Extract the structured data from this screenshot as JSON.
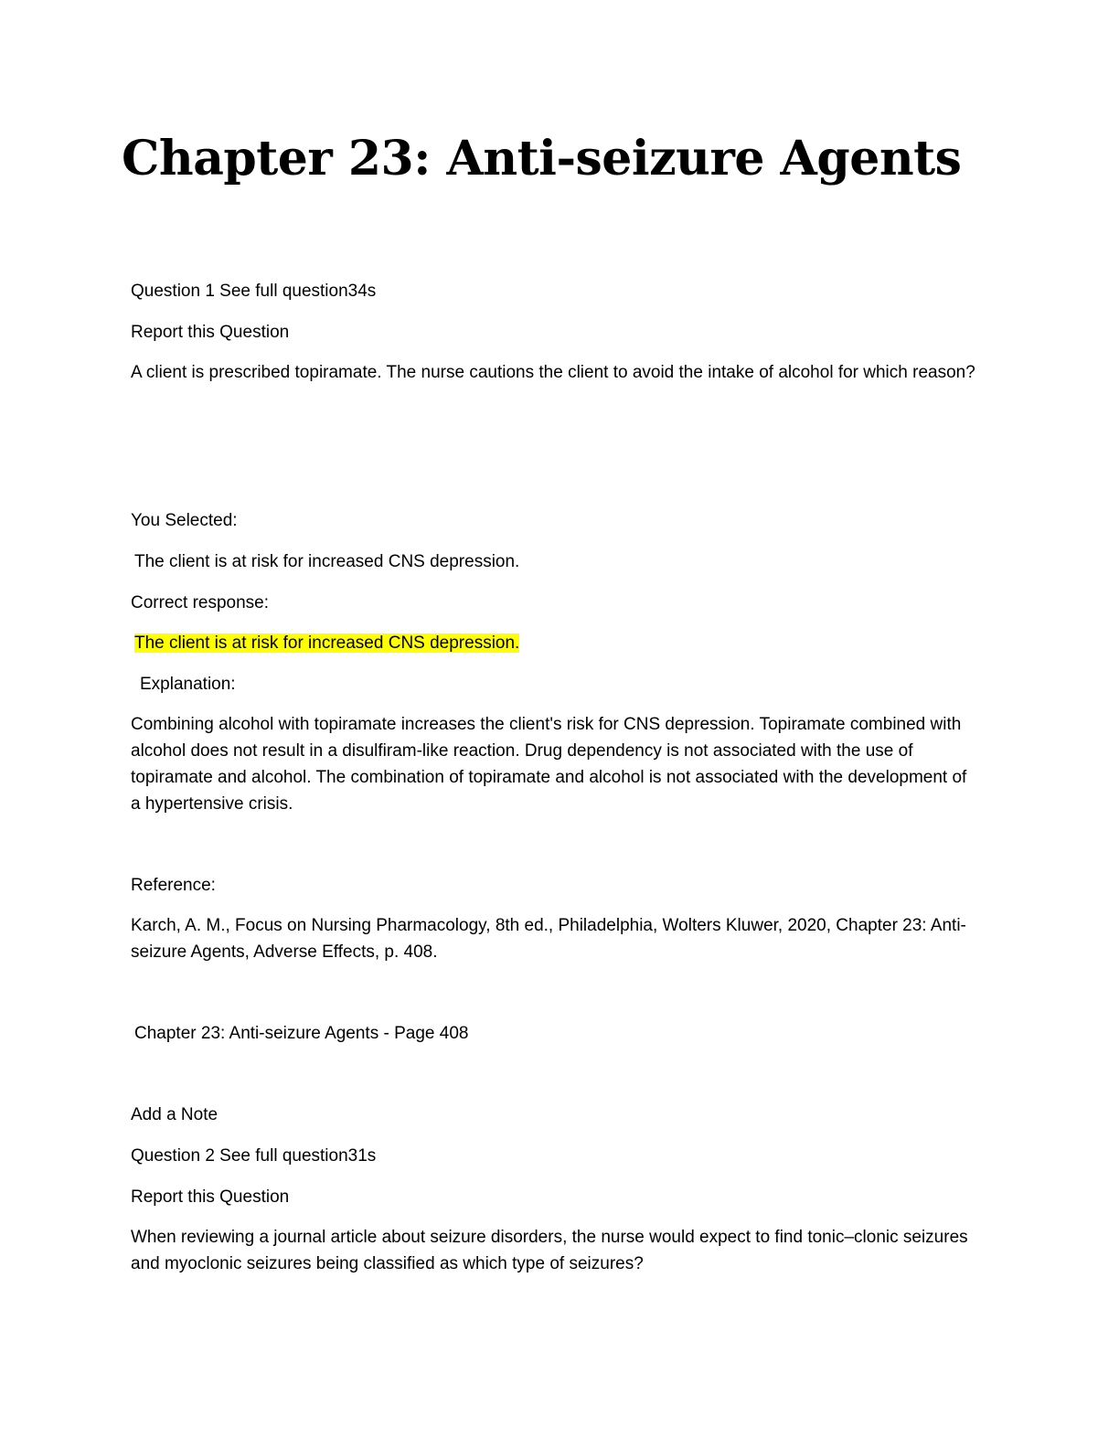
{
  "document": {
    "title": "Chapter 23: Anti-seizure Agents",
    "q1": {
      "header": "Question 1  See full question34s",
      "report": "Report this Question",
      "text": "A client is prescribed topiramate. The nurse cautions the client to avoid the intake of alcohol for which reason?",
      "you_selected_label": "You Selected:",
      "you_selected_answer": "The client is at risk for increased CNS depression.",
      "correct_label": "Correct response:",
      "correct_answer": "The client is at risk for increased CNS depression.",
      "explanation_label": "Explanation:",
      "explanation": "Combining alcohol with topiramate increases the client's risk for CNS depression. Topiramate combined with alcohol does not result in a disulfiram-like reaction. Drug dependency is not associated with the use of topiramate and alcohol. The combination of topiramate and alcohol is not associated with the development of a hypertensive crisis.",
      "reference_label": "Reference:",
      "reference": "Karch, A. M., Focus on Nursing Pharmacology, 8th ed., Philadelphia, Wolters Kluwer, 2020, Chapter 23: Anti-seizure Agents, Adverse Effects, p. 408.",
      "page_ref": "Chapter 23: Anti-seizure Agents - Page 408",
      "add_note": "Add a Note"
    },
    "q2": {
      "header": "Question 2  See full question31s",
      "report": "Report this Question",
      "text": "When reviewing a journal article about seizure disorders, the nurse would expect to find tonic–clonic seizures and myoclonic seizures being classified as which type of seizures?"
    }
  },
  "colors": {
    "highlight": "#ffff00",
    "text": "#000000",
    "background": "#ffffff"
  }
}
